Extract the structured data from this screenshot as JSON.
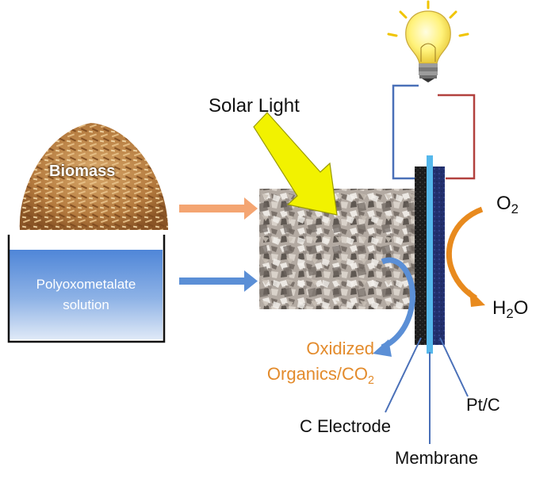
{
  "labels": {
    "biomass": "Biomass",
    "solution_line1": "Polyoxometalate",
    "solution_line2": "solution",
    "solar_light": "Solar Light",
    "o2_base": "O",
    "o2_sub": "2",
    "h2o_h": "H",
    "h2o_sub": "2",
    "h2o_o": "O",
    "oxidized_line1": "Oxidized",
    "oxidized_line2_base": "Organics/CO",
    "oxidized_line2_sub": "2",
    "c_electrode": "C Electrode",
    "membrane": "Membrane",
    "pt_c": "Pt/C"
  },
  "colors": {
    "orange_arrow": "#f4a572",
    "blue_arrow": "#5b8fd6",
    "solar_arrow": "#f2f200",
    "wire_blue": "#4a70b8",
    "wire_red": "#b2413e",
    "membrane": "#55b8ec",
    "c_electrode": "#1c1c1c",
    "pt_c_electrode": "#22306e",
    "label_orange": "#e38b2c",
    "solution_top": "#4f86d8",
    "solution_bottom": "#cfe0f5"
  },
  "icons": {
    "light_bulb": "light-bulb-icon",
    "biomass_pile": "wood-chips-icon",
    "gravel_block": "gravel-texture"
  }
}
